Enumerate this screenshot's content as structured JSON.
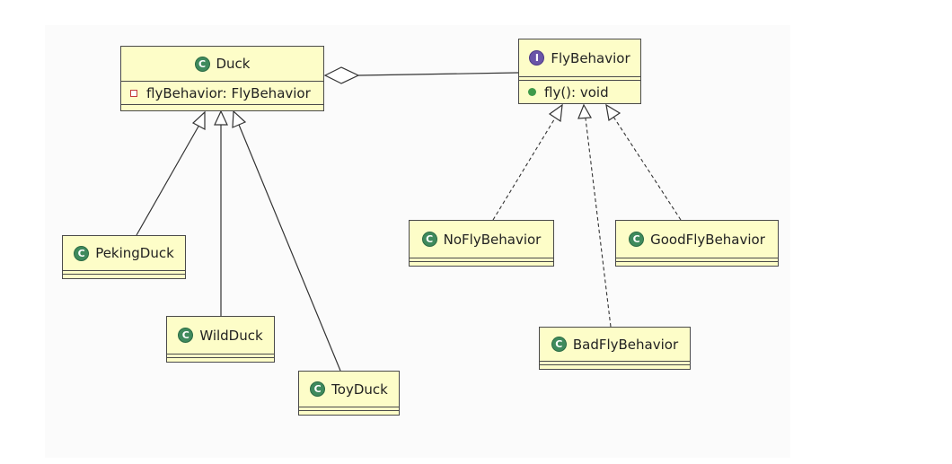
{
  "diagram": {
    "classes": [
      {
        "id": "duck",
        "kind": "class",
        "badge": "C",
        "name": "Duck",
        "attributes": [
          {
            "visibility": "private",
            "text": "flyBehavior: FlyBehavior"
          }
        ]
      },
      {
        "id": "fly-behavior",
        "kind": "interface",
        "badge": "I",
        "name": "FlyBehavior",
        "operations": [
          {
            "visibility": "public",
            "text": "fly(): void"
          }
        ]
      },
      {
        "id": "peking-duck",
        "kind": "class",
        "badge": "C",
        "name": "PekingDuck"
      },
      {
        "id": "wild-duck",
        "kind": "class",
        "badge": "C",
        "name": "WildDuck"
      },
      {
        "id": "toy-duck",
        "kind": "class",
        "badge": "C",
        "name": "ToyDuck"
      },
      {
        "id": "no-fly-behavior",
        "kind": "class",
        "badge": "C",
        "name": "NoFlyBehavior"
      },
      {
        "id": "good-fly-behavior",
        "kind": "class",
        "badge": "C",
        "name": "GoodFlyBehavior"
      },
      {
        "id": "bad-fly-behavior",
        "kind": "class",
        "badge": "C",
        "name": "BadFlyBehavior"
      }
    ],
    "relations": [
      {
        "type": "aggregation",
        "from": "duck",
        "to": "fly-behavior"
      },
      {
        "type": "generalization",
        "from": "peking-duck",
        "to": "duck"
      },
      {
        "type": "generalization",
        "from": "wild-duck",
        "to": "duck"
      },
      {
        "type": "generalization",
        "from": "toy-duck",
        "to": "duck"
      },
      {
        "type": "realization",
        "from": "no-fly-behavior",
        "to": "fly-behavior"
      },
      {
        "type": "realization",
        "from": "bad-fly-behavior",
        "to": "fly-behavior"
      },
      {
        "type": "realization",
        "from": "good-fly-behavior",
        "to": "fly-behavior"
      }
    ],
    "colors": {
      "class_fill": "#fdfdc8",
      "class_badge": "#3f8a5d",
      "interface_badge": "#6a55a8",
      "private_marker": "#c23b3b",
      "public_marker": "#3f9a49",
      "line": "#333333"
    }
  }
}
